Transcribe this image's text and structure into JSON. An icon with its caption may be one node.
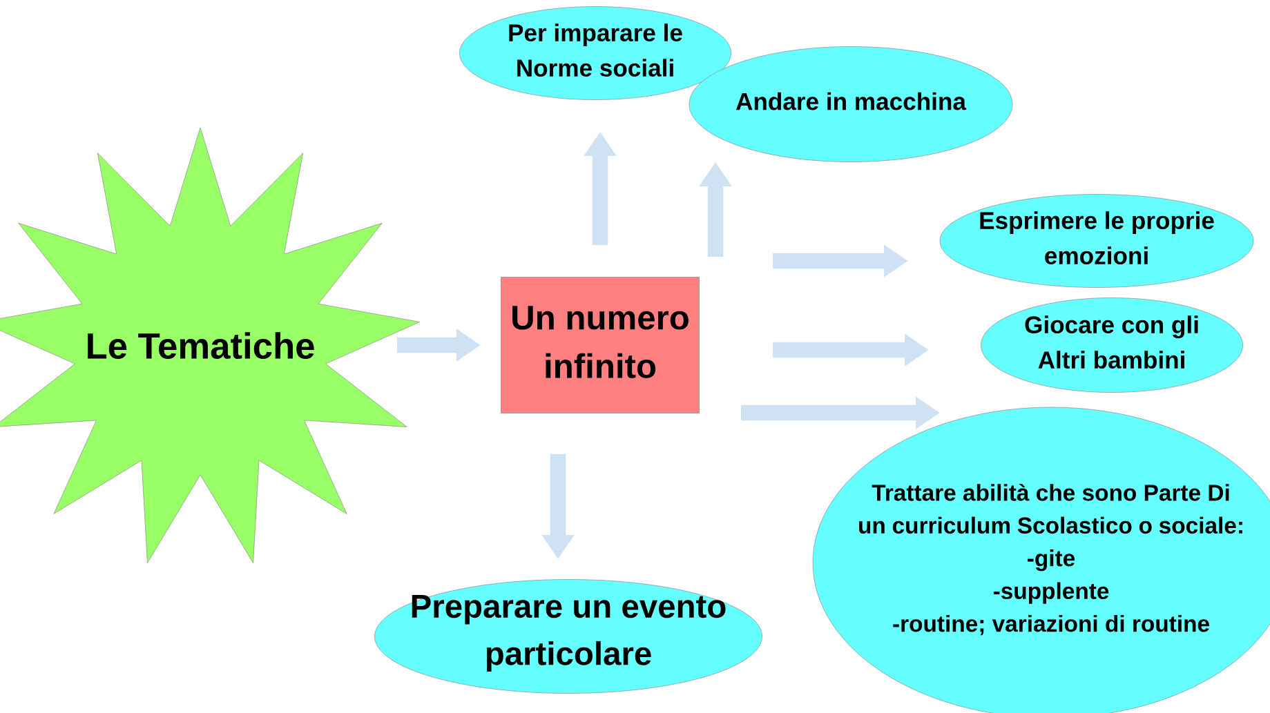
{
  "diagram": {
    "nodes": [
      {
        "text": [
          "Le Tematiche"
        ]
      },
      {
        "text": [
          "Un numero infinito"
        ]
      },
      {
        "text": [
          "Per imparare le Norme sociali"
        ]
      },
      {
        "text": [
          "Andare in macchina"
        ]
      },
      {
        "text": [
          "Esprimere le proprie emozioni"
        ]
      },
      {
        "text": [
          "Giocare con gli Altri bambini"
        ]
      },
      {
        "text": [
          "Trattare abilità che sono Parte Di un curriculum Scolastico o sociale:",
          "-gite",
          "-supplente",
          "-routine; variazioni di routine"
        ]
      },
      {
        "text": [
          "Preparare un evento particolare"
        ]
      }
    ],
    "edges": [
      {
        "from": 0,
        "to": 1,
        "arrow": "to"
      },
      {
        "from": 1,
        "to": 2,
        "arrow": "to"
      },
      {
        "from": 1,
        "to": 3,
        "arrow": "to"
      },
      {
        "from": 1,
        "to": 4,
        "arrow": "to"
      },
      {
        "from": 1,
        "to": 5,
        "arrow": "to"
      },
      {
        "from": 1,
        "to": 6,
        "arrow": "to"
      },
      {
        "from": 1,
        "to": 7,
        "arrow": "to"
      }
    ]
  }
}
